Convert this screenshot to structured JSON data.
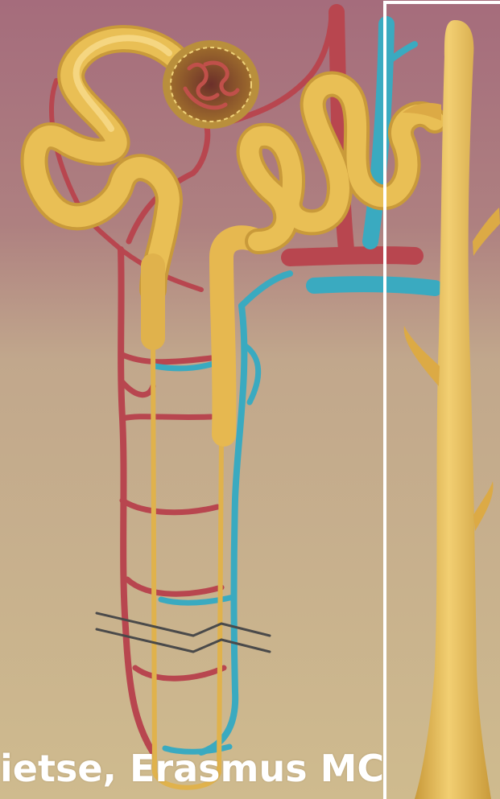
{
  "illustration": {
    "subject": "nephron",
    "structures": [
      "glomerulus",
      "proximal-convoluted-tubule",
      "loop-of-henle",
      "distal-convoluted-tubule",
      "collecting-duct",
      "peritubular-capillaries",
      "vasa-recta",
      "artery",
      "vein"
    ],
    "colors": {
      "background_top": "#a8707e",
      "background_bottom": "#cdb98c",
      "tubule": "#e9bf55",
      "tubule_light": "#f5d680",
      "tubule_dark": "#c99a3a",
      "artery": "#b8464f",
      "vein": "#3aaac0",
      "glomerulus": "#8a4a2e",
      "frame": "#ffffff",
      "break_marks": "#4a4a4a"
    }
  },
  "credit_text": "ietse, Erasmus MC"
}
